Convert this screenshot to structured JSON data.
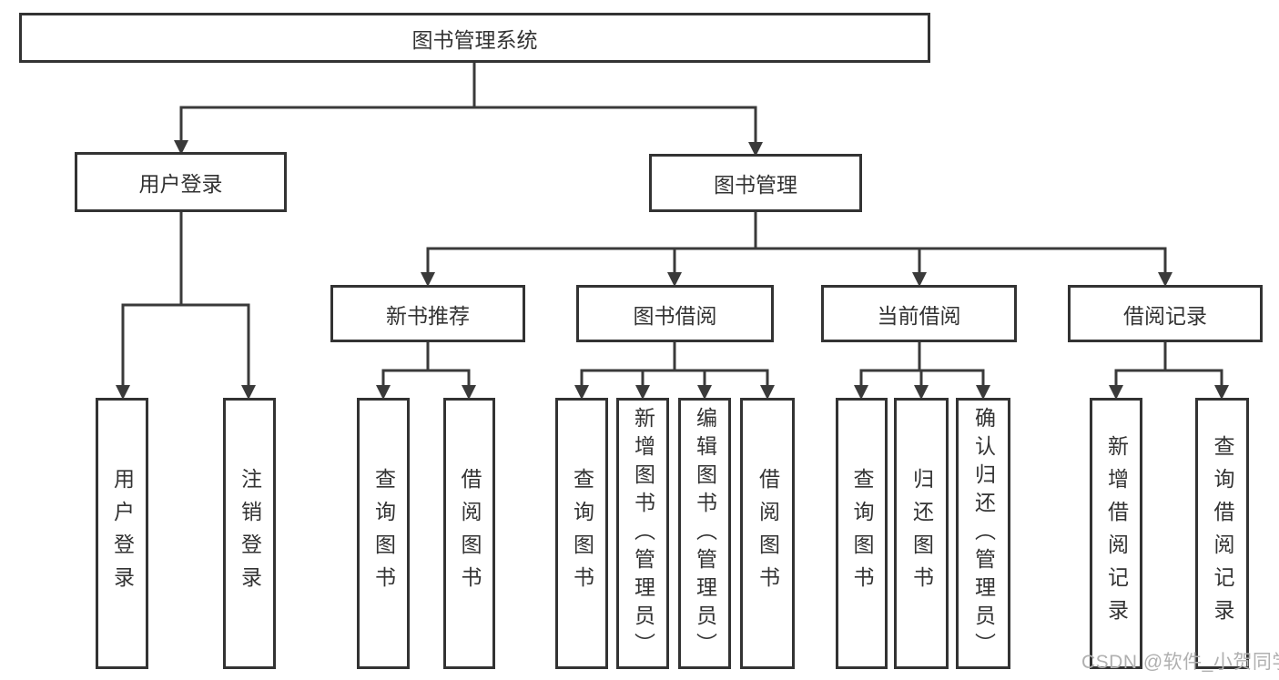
{
  "diagram_title": "图书管理系统",
  "nodes": {
    "root": "图书管理系统",
    "user_login": "用户登录",
    "book_mgmt": "图书管理",
    "new_book_rec": "新书推荐",
    "book_borrow": "图书借阅",
    "current_borrow": "当前借阅",
    "borrow_records": "借阅记录",
    "leaves": [
      "用户登录",
      "注销登录",
      "查询图书",
      "借阅图书",
      "查询图书",
      "新增图书（管理员）",
      "编辑图书（管理员）",
      "借阅图书",
      "查询图书",
      "归还图书",
      "确认归还（管理员）",
      "新增借阅记录",
      "查询借阅记录"
    ]
  },
  "hierarchy": {
    "图书管理系统": {
      "用户登录": [
        "用户登录",
        "注销登录"
      ],
      "图书管理": {
        "新书推荐": [
          "查询图书",
          "借阅图书"
        ],
        "图书借阅": [
          "查询图书",
          "新增图书（管理员）",
          "编辑图书（管理员）",
          "借阅图书"
        ],
        "当前借阅": [
          "查询图书",
          "归还图书",
          "确认归还（管理员）"
        ],
        "借阅记录": [
          "新增借阅记录",
          "查询借阅记录"
        ]
      }
    }
  },
  "watermark": {
    "text": "CSDN @软件_小贺同学"
  },
  "colors": {
    "line": "#3a3a3a",
    "border": "#333333",
    "text": "#333333",
    "background": "#ffffff",
    "watermark_text": "#b0b0b0"
  }
}
